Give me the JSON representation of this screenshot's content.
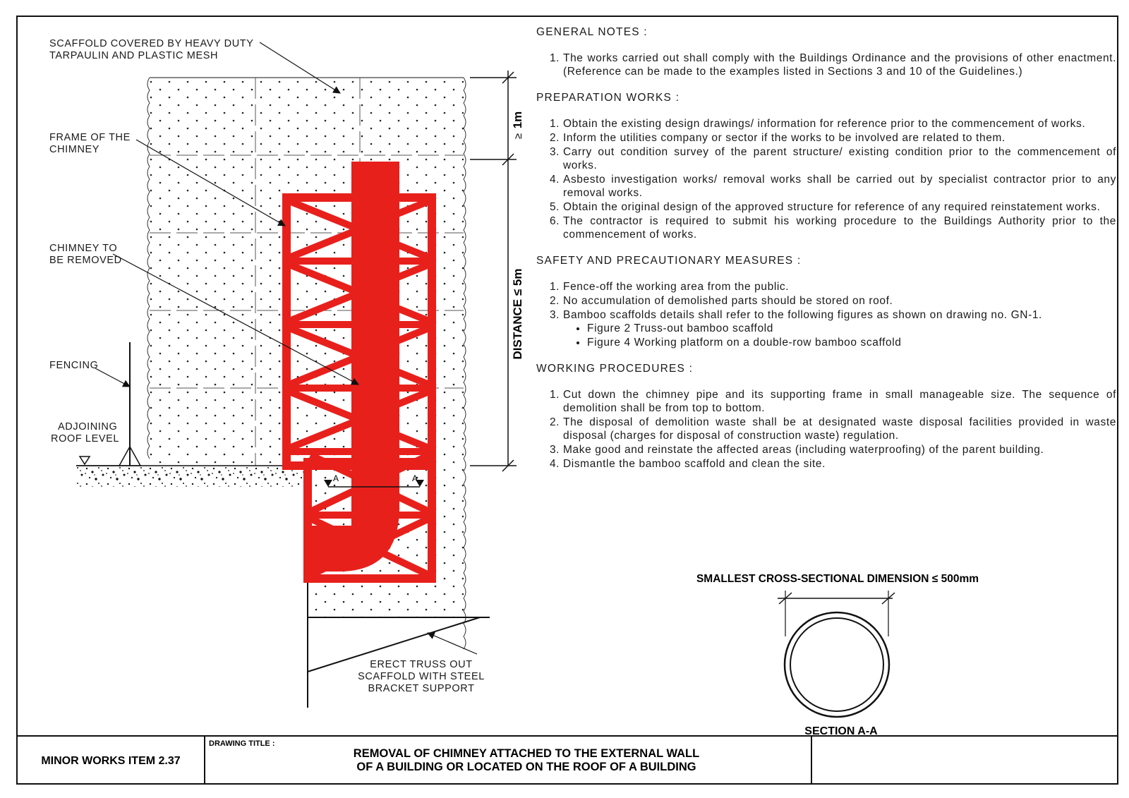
{
  "labels": {
    "scaffold_cover": [
      "SCAFFOLD COVERED BY HEAVY DUTY",
      "TARPAULIN AND PLASTIC MESH"
    ],
    "frame": [
      "FRAME OF THE",
      "CHIMNEY"
    ],
    "chimney": [
      "CHIMNEY TO",
      "BE REMOVED"
    ],
    "fencing": "FENCING",
    "roof_level": [
      "ADJOINING",
      "ROOF LEVEL"
    ],
    "truss": [
      "ERECT TRUSS OUT",
      "SCAFFOLD WITH STEEL",
      "BRACKET SUPPORT"
    ],
    "dim_top": "1m",
    "dim_top_symbol": "≥",
    "dim_main": "DISTANCE ≤ 5m",
    "section_marker": "A",
    "cross_section_title": "SMALLEST CROSS-SECTIONAL DIMENSION ≤ 500mm",
    "section_title": "SECTION A-A"
  },
  "notes": {
    "general_heading": "GENERAL NOTES :",
    "general_items": [
      "The works carried out shall comply with the Buildings Ordinance and the provisions of other enactment. (Reference can be made to the examples listed in Sections 3 and 10 of the Guidelines.)"
    ],
    "preparation_heading": "PREPARATION WORKS :",
    "preparation_items": [
      "Obtain the existing design drawings/ information for reference prior to the commencement of works.",
      "Inform the utilities company or sector if the works to be involved are related to them.",
      "Carry out condition survey of the parent structure/ existing condition prior to the commencement of works.",
      "Asbesto investigation works/ removal works shall be carried out by specialist contractor prior to any removal works.",
      "Obtain the original design of the approved structure for reference of any required reinstatement works.",
      "The contractor is required to submit his working procedure to the Buildings Authority prior to the commencement of works."
    ],
    "safety_heading": "SAFETY AND PRECAUTIONARY MEASURES :",
    "safety_items": [
      "Fence-off the working area from the public.",
      "No accumulation of demolished parts should be stored on roof.",
      "Bamboo scaffolds details shall refer to the following figures as shown on drawing no. GN-1."
    ],
    "safety_subitems": [
      "Figure 2 Truss-out bamboo scaffold",
      "Figure 4 Working platform on a double-row bamboo scaffold"
    ],
    "working_heading": "WORKING PROCEDURES :",
    "working_items": [
      "Cut down the chimney pipe and its supporting frame in small manageable size. The sequence of demolition shall be from top to bottom.",
      "The disposal of demolition waste shall be at designated waste disposal facilities provided in waste disposal (charges for disposal of construction waste) regulation.",
      "Make good and reinstate the affected areas (including waterproofing) of the parent building.",
      "Dismantle the bamboo scaffold and clean the site."
    ]
  },
  "title_block": {
    "item_no": "MINOR WORKS ITEM 2.37",
    "drawing_title_label": "DRAWING TITLE :",
    "title_line1": "REMOVAL OF CHIMNEY ATTACHED TO THE EXTERNAL WALL",
    "title_line2": "OF A BUILDING OR LOCATED ON THE ROOF OF A BUILDING"
  },
  "colors": {
    "frame_red": "#e8201c",
    "line": "#111111"
  }
}
